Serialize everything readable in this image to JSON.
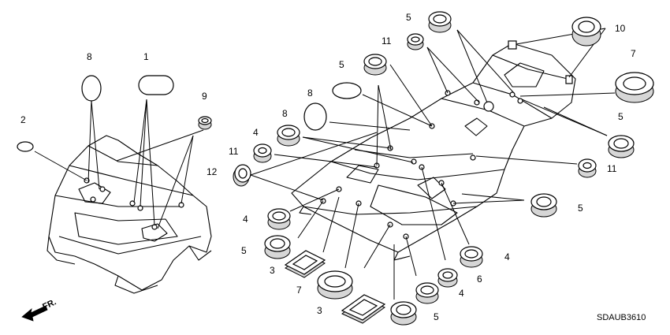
{
  "diagram_code": "SDAUB3610",
  "direction_label": "FR.",
  "callouts": [
    {
      "id": "c1",
      "label": "1"
    },
    {
      "id": "c2",
      "label": "2"
    },
    {
      "id": "c3a",
      "label": "3"
    },
    {
      "id": "c3b",
      "label": "3"
    },
    {
      "id": "c4a",
      "label": "4"
    },
    {
      "id": "c4b",
      "label": "4"
    },
    {
      "id": "c4c",
      "label": "4"
    },
    {
      "id": "c4d",
      "label": "4"
    },
    {
      "id": "c5a",
      "label": "5"
    },
    {
      "id": "c5b",
      "label": "5"
    },
    {
      "id": "c5c",
      "label": "5"
    },
    {
      "id": "c5d",
      "label": "5"
    },
    {
      "id": "c5e",
      "label": "5"
    },
    {
      "id": "c5f",
      "label": "5"
    },
    {
      "id": "c6",
      "label": "6"
    },
    {
      "id": "c7a",
      "label": "7"
    },
    {
      "id": "c7b",
      "label": "7"
    },
    {
      "id": "c8a",
      "label": "8"
    },
    {
      "id": "c8b",
      "label": "8"
    },
    {
      "id": "c8c",
      "label": "8"
    },
    {
      "id": "c9",
      "label": "9"
    },
    {
      "id": "c10",
      "label": "10"
    },
    {
      "id": "c11a",
      "label": "11"
    },
    {
      "id": "c11b",
      "label": "11"
    },
    {
      "id": "c11c",
      "label": "11"
    },
    {
      "id": "c12",
      "label": "12"
    }
  ]
}
